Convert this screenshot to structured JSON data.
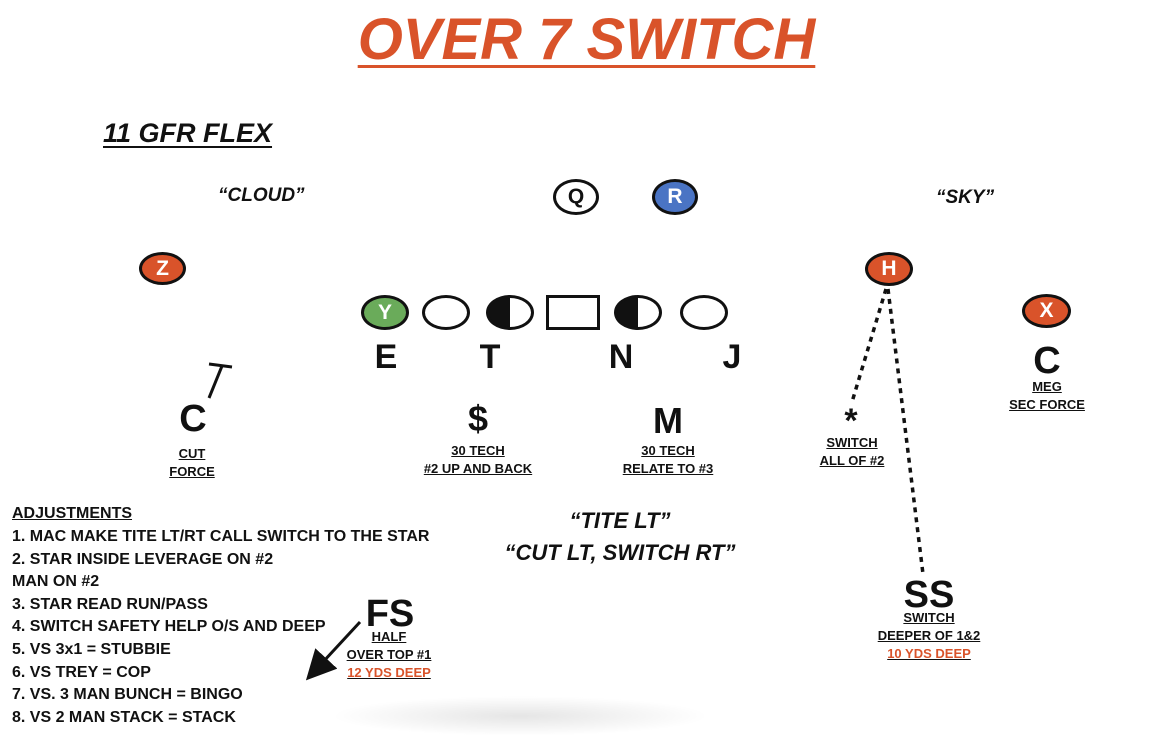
{
  "title": "OVER 7 SWITCH",
  "formation": "11 GFR FLEX",
  "calls": {
    "left": "“CLOUD”",
    "right": "“SKY”",
    "center_line1": "“TITE LT”",
    "center_line2": "“CUT LT, SWITCH RT”"
  },
  "offense": {
    "q": "Q",
    "r": "R",
    "z": "Z",
    "y": "Y",
    "h": "H",
    "x": "X"
  },
  "dline": [
    "E",
    "T",
    "N",
    "J"
  ],
  "defense": {
    "corner_left": {
      "label": "C",
      "notes": [
        "CUT",
        "FORCE"
      ]
    },
    "star": {
      "label": "$",
      "notes": [
        "30 TECH",
        "#2 UP AND BACK"
      ]
    },
    "mike": {
      "label": "M",
      "notes": [
        "30 TECH",
        "RELATE TO #3"
      ]
    },
    "switch": {
      "label": "*",
      "notes": [
        "SWITCH",
        "ALL OF #2"
      ]
    },
    "corner_right": {
      "label": "C",
      "notes": [
        "MEG",
        "SEC FORCE"
      ]
    },
    "fs": {
      "label": "FS",
      "notes": [
        "HALF",
        "OVER TOP #1"
      ],
      "depth": "12 YDS DEEP"
    },
    "ss": {
      "label": "SS",
      "notes": [
        "SWITCH",
        "DEEPER OF 1&2"
      ],
      "depth": "10 YDS DEEP"
    }
  },
  "adjustments": {
    "heading": "ADJUSTMENTS",
    "items": [
      "1. MAC MAKE TITE LT/RT CALL SWITCH TO THE STAR",
      "2. STAR INSIDE LEVERAGE ON #2",
      "MAN ON #2",
      "3. STAR READ RUN/PASS",
      "4. SWITCH SAFETY HELP O/S AND DEEP",
      "5. VS 3x1 = STUBBIE",
      "6. VS TREY = COP",
      "7. VS. 3 MAN BUNCH = BINGO",
      "8. VS 2 MAN STACK = STACK"
    ]
  },
  "colors": {
    "title": "#d9532a",
    "orange": "#d9532a",
    "blue": "#4a74c4",
    "green": "#6aab5a",
    "black": "#111111"
  }
}
